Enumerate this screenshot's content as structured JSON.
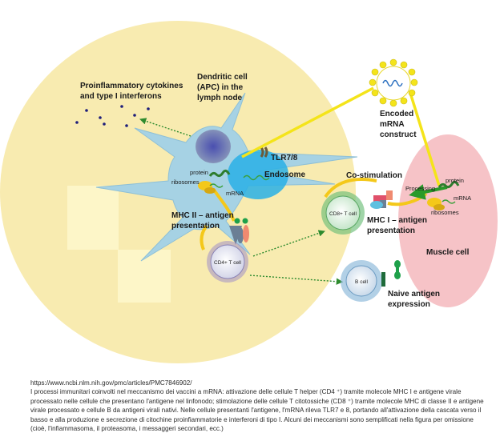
{
  "diagram": {
    "apc_title": [
      "Dendritic cell",
      "(APC) in the",
      "lymph node"
    ],
    "cytokines": [
      "Proinflammatory cytokines",
      "and type I interferons"
    ],
    "tlr": "TLR7/8",
    "endosome": "Endosome",
    "protein": "protein",
    "ribosomes": "ribosomes",
    "mrna": "mRNA",
    "mhc2": [
      "MHC II – antigen",
      "presentation"
    ],
    "cd4": "CD4+ T cell",
    "cd8": "CD8+ T cell",
    "bcell": "B cell",
    "encoded": [
      "Encoded",
      "mRNA",
      "construct"
    ],
    "costim": "Co-stimulation",
    "processing": "Processing",
    "muscle_protein": "protein",
    "muscle_mrna": "mRNA",
    "muscle_ribosomes": "ribosomes",
    "mhc1": [
      "MHC I – antigen",
      "presentation"
    ],
    "muscle": "Muscle cell",
    "naive": [
      "Naive antigen",
      "expression"
    ]
  },
  "caption": {
    "url": "https://www.ncbi.nlm.nih.gov/pmc/articles/PMC7846902/",
    "text": "I processi immunitari coinvolti nel meccanismo dei vaccini a mRNA: attivazione delle cellule T helper (CD4 ⁺) tramite molecole MHC I e antigene virale processato nelle cellule che presentano l'antigene nel linfonodo; stimolazione delle cellule T citotossiche (CD8 ⁺) tramite molecole MHC di classe II e antigene virale processato e cellule B da antigeni virali nativi. Nelle cellule presentanti l'antigene, l'mRNA rileva TLR7 e 8, portando all'attivazione della cascata verso il basso e alla produzione e secrezione di citochine proinfiammatorie e interferoni di tipo I. Alcuni dei meccanismi sono semplificati nella figura per omissione (cioè, l'infiammasoma, il proteasoma, i messaggeri secondari, ecc.)"
  },
  "colors": {
    "lymph": "#f8ebb0",
    "apc": "#a6d2e4",
    "muscle": "#f6c3c7",
    "yellow": "#f4c81a",
    "green": "#2e8b2e"
  }
}
